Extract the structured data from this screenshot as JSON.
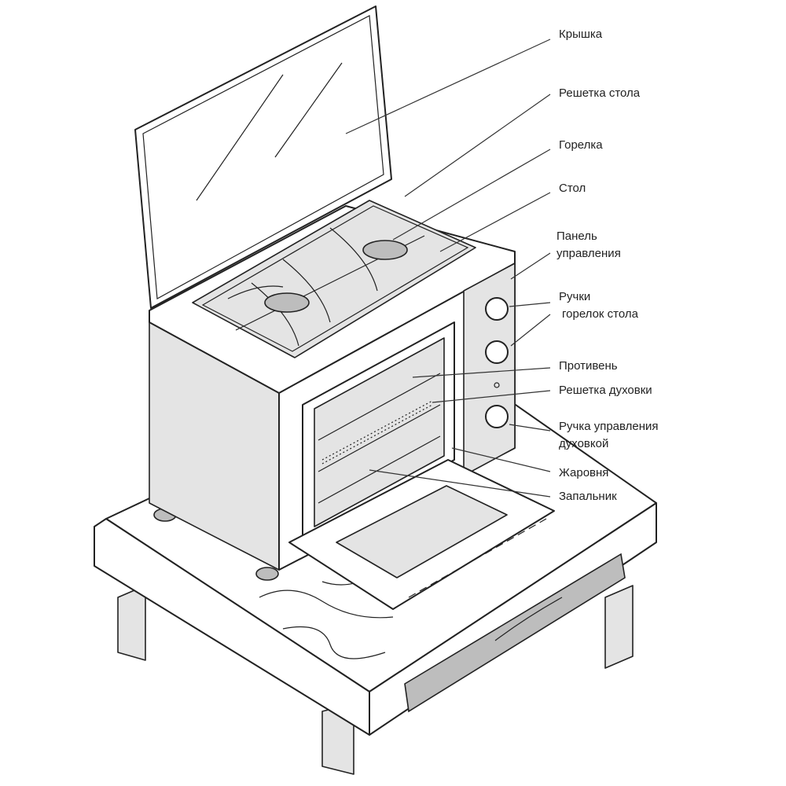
{
  "diagram": {
    "labels": {
      "lid": "Крышка",
      "table_grate": "Решетка стола",
      "burner": "Горелка",
      "table": "Стол",
      "panel_l1": "Панель",
      "panel_l2": "управления",
      "knobs_l1": "Ручки",
      "knobs_l2": "горелок стола",
      "tray": "Противень",
      "oven_rack": "Решетка духовки",
      "oven_knob_l1": "Ручка управления",
      "oven_knob_l2": "духовкой",
      "roaster": "Жаровня",
      "igniter": "Запальник"
    }
  }
}
